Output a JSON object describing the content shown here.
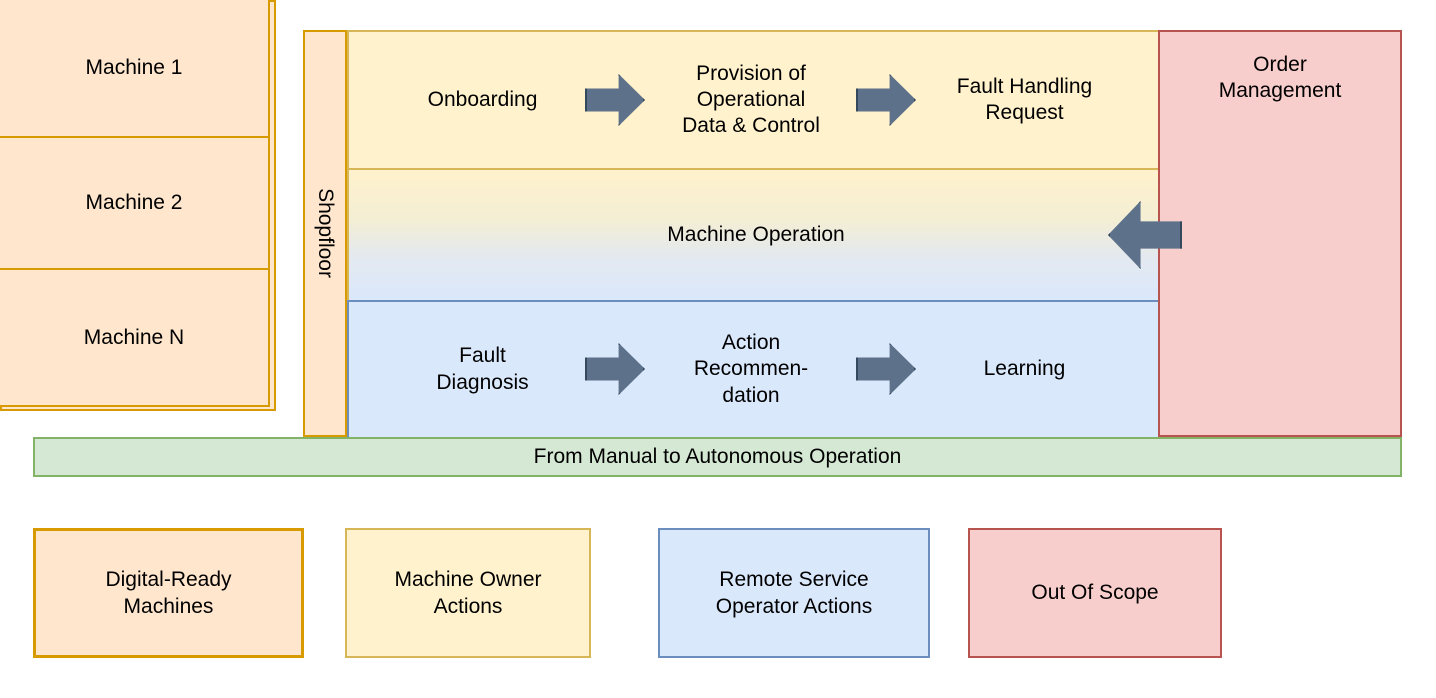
{
  "diagram": {
    "machines": {
      "column_label": "Shopfloor",
      "items": [
        {
          "label": "Machine 1"
        },
        {
          "label": "Machine 2"
        },
        {
          "label": "Machine N"
        }
      ]
    },
    "owner_row": {
      "steps": [
        {
          "label": "Onboarding"
        },
        {
          "label": "Provision of\nOperational\nData & Control"
        },
        {
          "label": "Fault Handling\nRequest"
        }
      ],
      "arrows": [
        {
          "name": "arrow-onboarding-to-provision",
          "direction": "right"
        },
        {
          "name": "arrow-provision-to-fault-request",
          "direction": "right"
        }
      ]
    },
    "operation_row": {
      "label": "Machine Operation",
      "arrow": {
        "name": "arrow-order-to-operation",
        "direction": "left"
      }
    },
    "remote_row": {
      "steps": [
        {
          "label": "Fault\nDiagnosis"
        },
        {
          "label": "Action\nRecommen-\ndation"
        },
        {
          "label": "Learning"
        }
      ],
      "arrows": [
        {
          "name": "arrow-diagnosis-to-recommendation",
          "direction": "right"
        },
        {
          "name": "arrow-recommendation-to-learning",
          "direction": "right"
        }
      ]
    },
    "order_management": {
      "label": "Order\nManagement"
    },
    "footer_band": {
      "label": "From Manual to Autonomous Operation"
    }
  },
  "legend": {
    "items": [
      {
        "label": "Digital-Ready\nMachines",
        "fill": "#ffe6cc",
        "stroke": "#d79b00"
      },
      {
        "label": "Machine Owner\nActions",
        "fill": "#fff2cc",
        "stroke": "#d6b656"
      },
      {
        "label": "Remote Service\nOperator Actions",
        "fill": "#dae8fc",
        "stroke": "#6c8ebf"
      },
      {
        "label": "Out Of Scope",
        "fill": "#f8cecc",
        "stroke": "#b85450"
      }
    ]
  },
  "colors": {
    "machines_fill": "#ffe6cc",
    "machines_stroke": "#d79b00",
    "owner_fill": "#fff2cc",
    "owner_stroke": "#d6b656",
    "remote_fill": "#dae8fc",
    "remote_stroke": "#6c8ebf",
    "scope_fill": "#f8cecc",
    "scope_stroke": "#b85450",
    "green_fill": "#d5e8d4",
    "green_stroke": "#82b366",
    "arrow_fill": "#5d718a",
    "arrow_stroke": "#36485c"
  }
}
